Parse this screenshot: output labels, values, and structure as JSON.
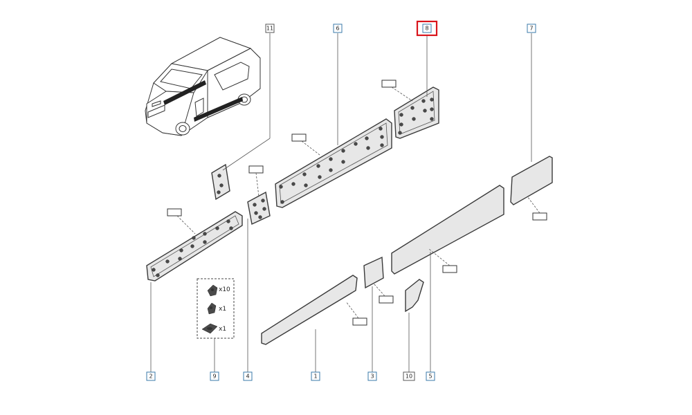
{
  "callouts": {
    "c1": "1",
    "c2": "2",
    "c3": "3",
    "c4": "4",
    "c5": "5",
    "c6": "6",
    "c7": "7",
    "c8": "8",
    "c9": "9",
    "c10": "10",
    "c11": "11"
  },
  "highlighted_callout": "8",
  "clip_kit": {
    "qty_a": "x10",
    "qty_b": "x1",
    "qty_c": "x1"
  },
  "colors": {
    "callout_border": "#3a7aa8",
    "highlight": "#d9141b",
    "part_fill": "#e7e7e7"
  }
}
